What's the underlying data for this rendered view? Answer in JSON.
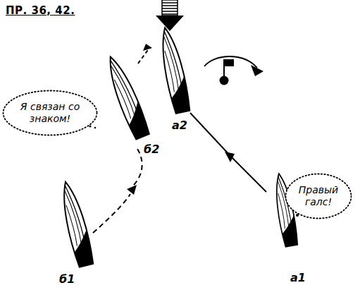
{
  "diagram": {
    "title": "ПР. 36, 42.",
    "nodes": [
      {
        "text": [
          "Я связан со знаком!"
        ]
      },
      {
        "text": [
          "Правый галс!"
        ]
      }
    ],
    "labels": [
      "а2",
      "б2",
      "а1",
      "б1"
    ]
  }
}
